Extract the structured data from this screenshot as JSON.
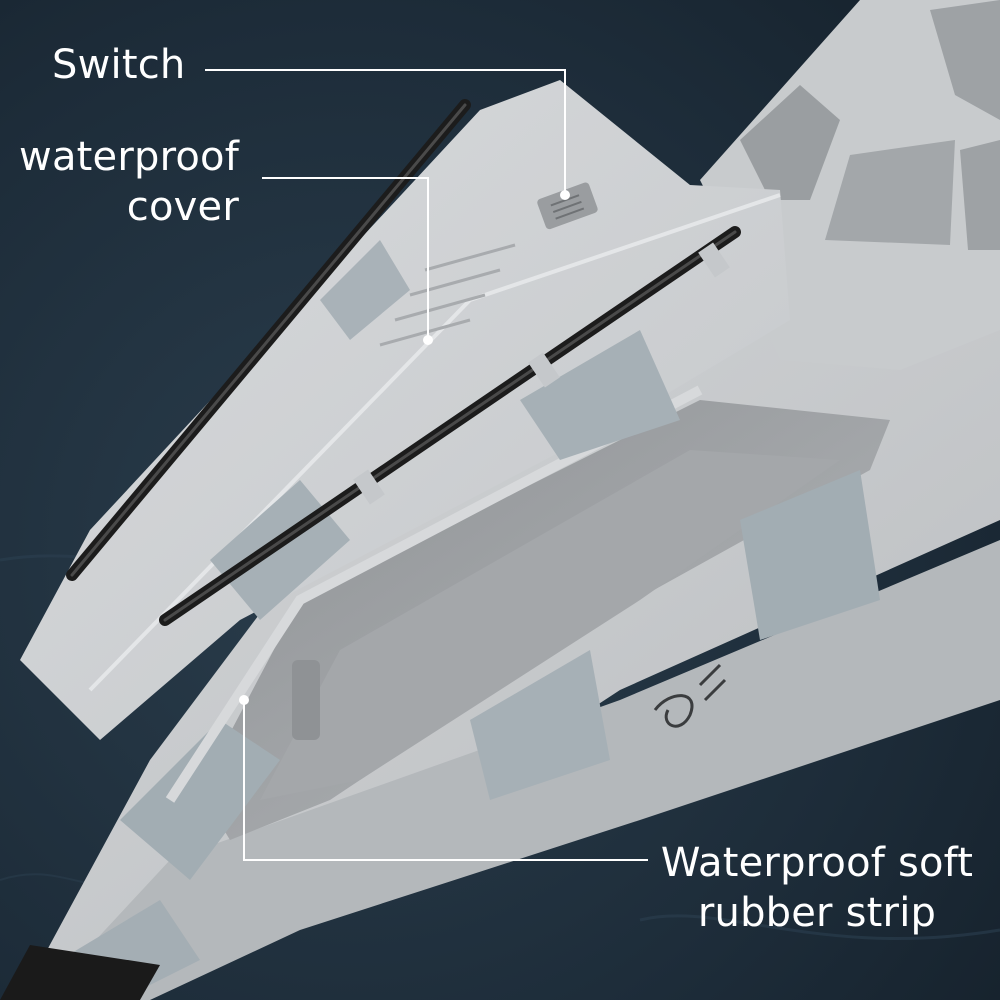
{
  "callouts": {
    "switch": {
      "line1": "Switch"
    },
    "cover": {
      "line1": "waterproof",
      "line2": "cover"
    },
    "strip": {
      "line1": "Waterproof soft",
      "line2": "rubber strip"
    }
  },
  "colors": {
    "background": "#1b2935",
    "hull": "#c9cbcd",
    "camo": "#9eaab0",
    "callout_line": "#ffffff",
    "rail": "#1c1c1c"
  }
}
